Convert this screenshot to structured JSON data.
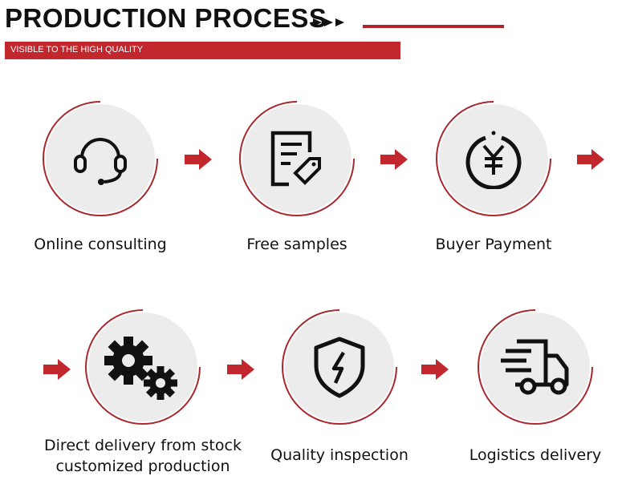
{
  "header": {
    "title": "PRODUCTION PROCESS",
    "subtitle": "VISIBLE TO THE HIGH QUALITY"
  },
  "colors": {
    "accent_red": "#c1272d",
    "circle_fill": "#ececec",
    "icon_color": "#111111"
  },
  "steps": [
    {
      "label": "Online consulting",
      "icon": "headset-icon"
    },
    {
      "label": "Free samples",
      "icon": "document-tag-icon"
    },
    {
      "label": "Buyer Payment",
      "icon": "yuan-coin-icon"
    },
    {
      "label_line1": "Direct delivery from stock",
      "label_line2": "customized production",
      "icon": "gears-icon"
    },
    {
      "label": "Quality inspection",
      "icon": "shield-lightning-icon"
    },
    {
      "label": "Logistics delivery",
      "icon": "delivery-truck-icon"
    }
  ]
}
